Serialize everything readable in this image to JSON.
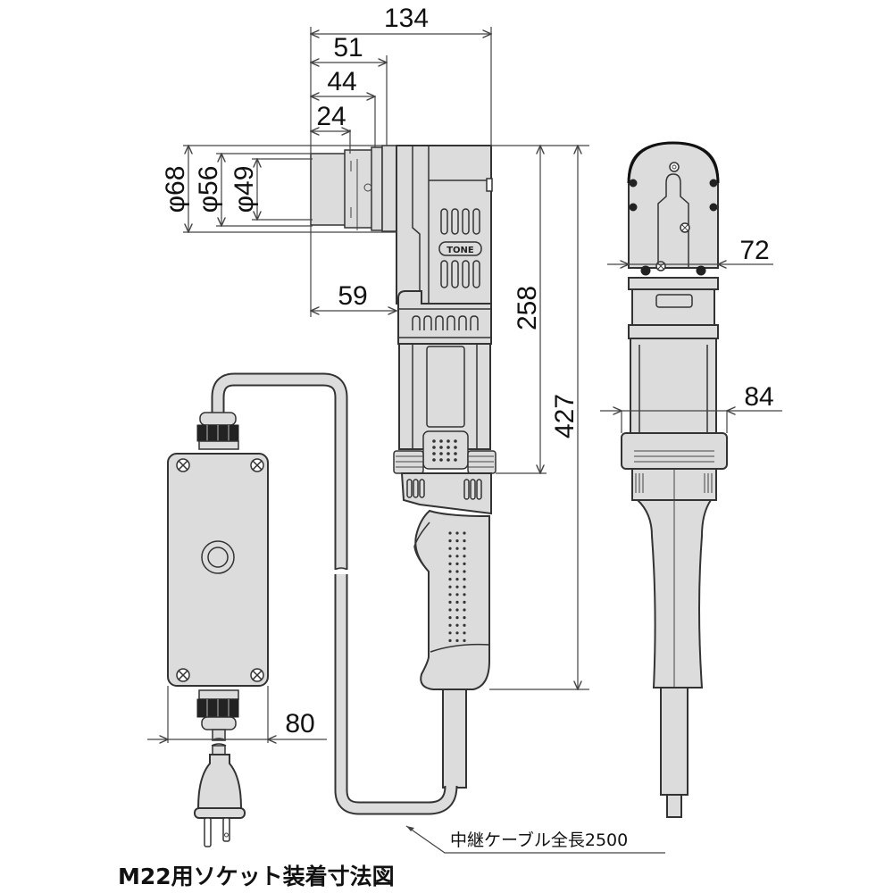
{
  "diagram": {
    "type": "technical dimension drawing",
    "subject": "electric shear wrench with relay switch box and cable",
    "caption": "M22用ソケット装着寸法図",
    "cable_note": "中継ケーブル全長2500",
    "logo": "TONE",
    "dimensions": {
      "total_head_length": "134",
      "socket_51": "51",
      "socket_44": "44",
      "socket_24": "24",
      "dia_68": "φ68",
      "dia_56": "φ56",
      "dia_49": "φ49",
      "offset_59": "59",
      "height_258": "258",
      "height_427": "427",
      "front_width_72": "72",
      "front_width_84": "84",
      "box_width_80": "80"
    },
    "units": "mm",
    "colors": {
      "body_fill": "#dcdcdc",
      "outline": "#333333",
      "background": "#ffffff"
    }
  }
}
